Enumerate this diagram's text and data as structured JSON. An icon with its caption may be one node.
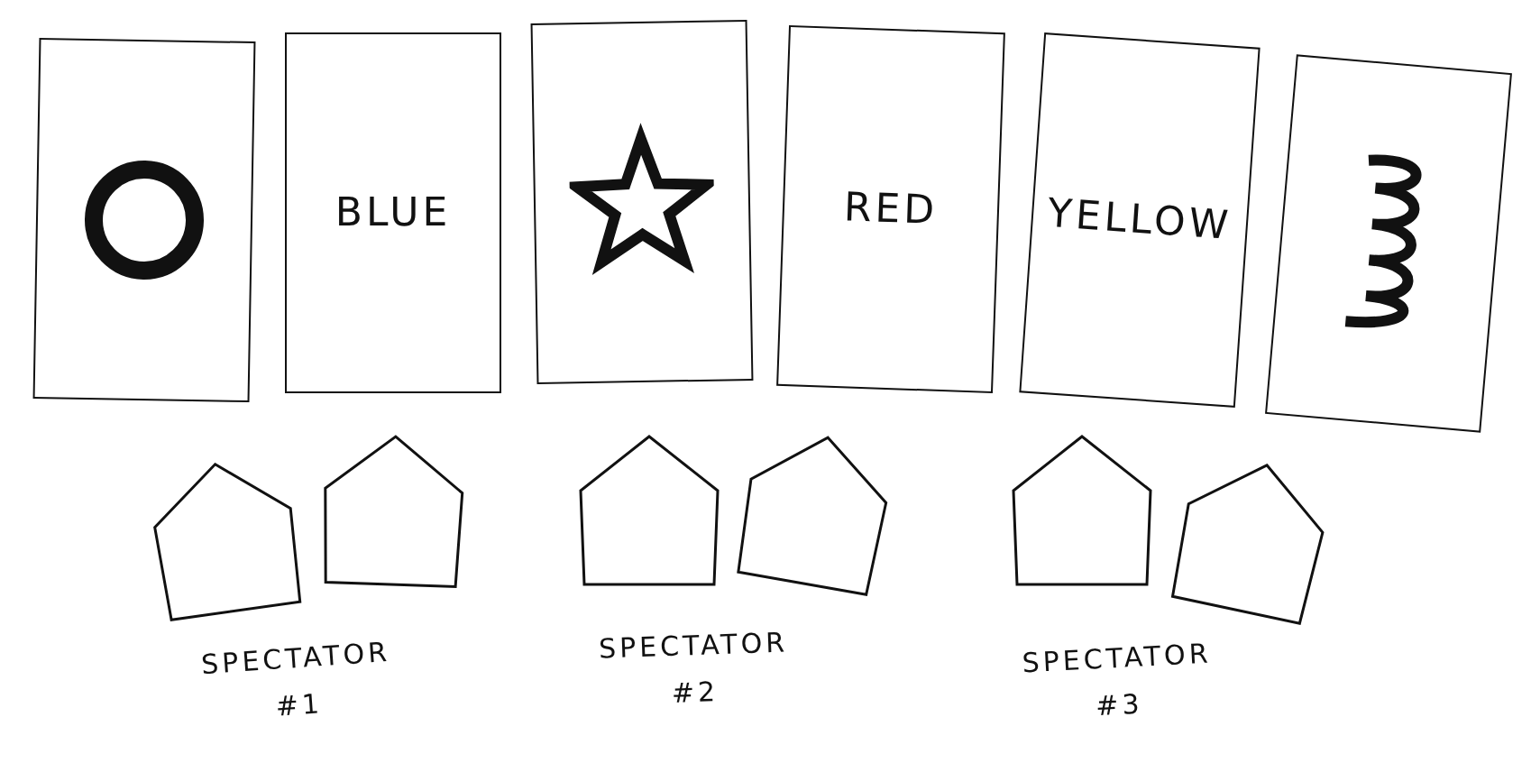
{
  "diagram": {
    "nodes": [
      {
        "text": [],
        "shape": "box"
      },
      {
        "text": [
          "BLUE"
        ]
      },
      {
        "text": [],
        "shape": "box"
      },
      {
        "text": [
          "RED"
        ]
      },
      {
        "text": [
          "YELLOW"
        ]
      },
      {
        "text": [],
        "shape": "box"
      },
      {
        "text": [],
        "shape": "pentagon"
      },
      {
        "text": [],
        "shape": "pentagon"
      },
      {
        "text": [],
        "shape": "pentagon"
      },
      {
        "text": [],
        "shape": "pentagon"
      },
      {
        "text": [],
        "shape": "pentagon"
      },
      {
        "text": [],
        "shape": "pentagon"
      }
    ],
    "labels": [
      "SPECTATOR #1",
      "SPECTATOR #2",
      "SPECTATOR #3"
    ]
  }
}
